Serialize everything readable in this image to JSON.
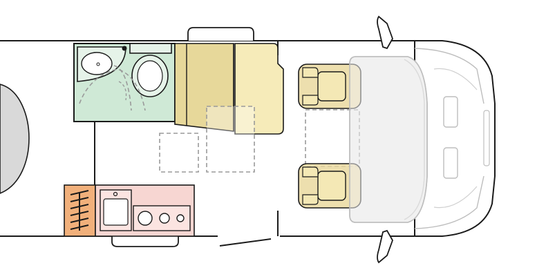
{
  "plan": {
    "type": "campervan-floorplan",
    "orientation": "cab-right",
    "zones": [
      {
        "id": "bathroom",
        "kind": "wet-room",
        "fixtures": [
          "washbasin",
          "toilet",
          "shower"
        ]
      },
      {
        "id": "wardrobe",
        "kind": "storage"
      },
      {
        "id": "kitchen",
        "kind": "galley",
        "fixtures": [
          "sink",
          "hob-3-burner",
          "drawer-unit"
        ]
      },
      {
        "id": "dinette",
        "kind": "seating",
        "fixtures": [
          "bench-seat",
          "table-positions-dashed"
        ]
      },
      {
        "id": "cab",
        "kind": "driver-cab",
        "fixtures": [
          "driver-seat-swivel",
          "passenger-seat-swivel",
          "dashboard",
          "mirrors"
        ]
      },
      {
        "id": "rear-bed",
        "kind": "sleeping"
      }
    ]
  },
  "colors": {
    "outline": "#1a1a1a",
    "bathroom_fill": "#cfe9d6",
    "bench_fill": "#f6ebb9",
    "bench_fill_dark": "#e7d89a",
    "seat_fill": "#e8d79a",
    "kitchen_fill": "#f7d6d2",
    "drawer_fill": "#f1b07b",
    "dashed": "#9a9a9a",
    "cab_fill": "#efefef",
    "bed_fill": "#d9d9d9"
  }
}
